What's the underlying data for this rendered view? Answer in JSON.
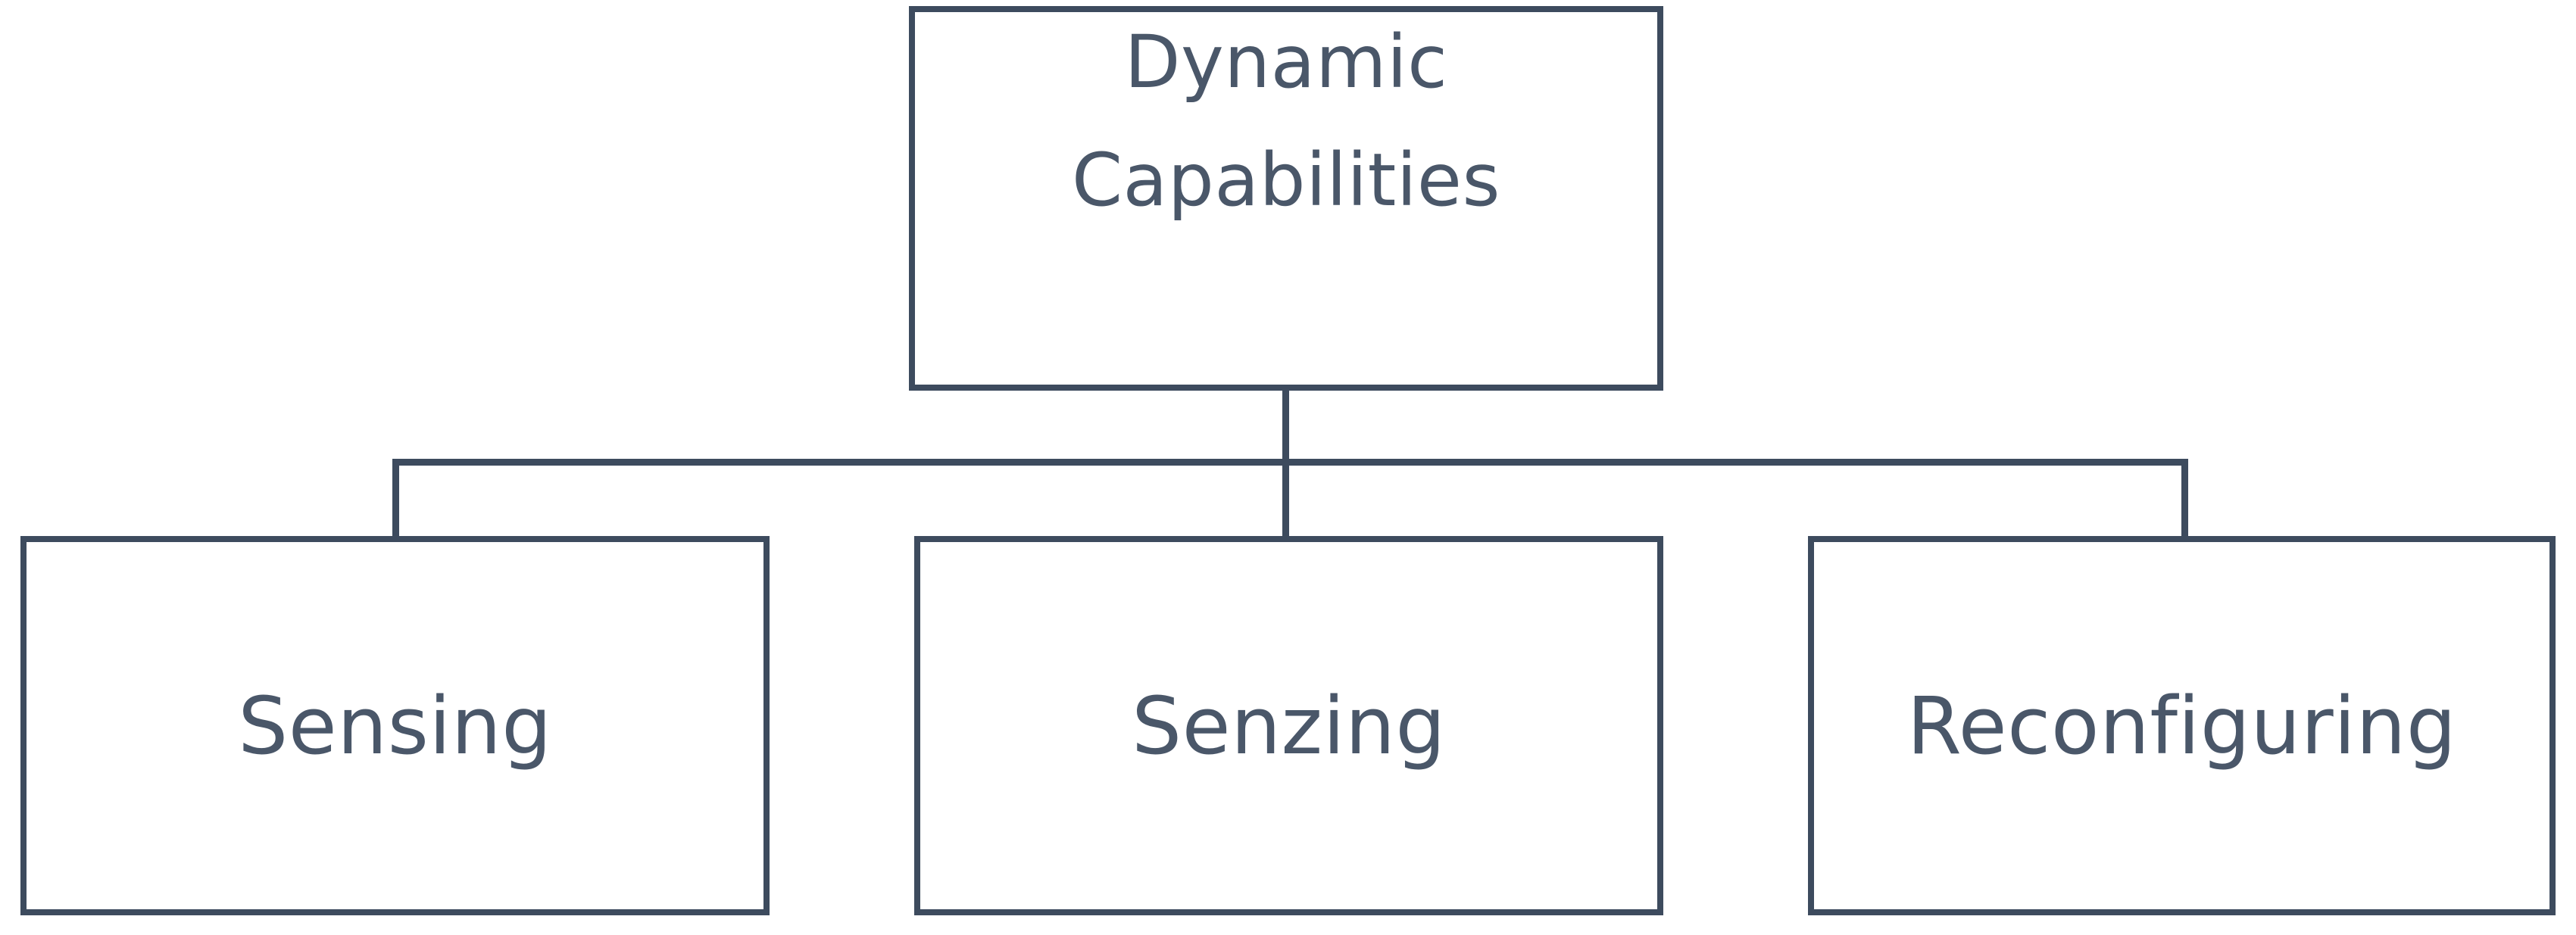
{
  "diagram": {
    "type": "hierarchy-tree",
    "title": "Dynamic Capabilities",
    "background_color": "#ffffff",
    "border_color": "#3d4b5e",
    "text_color": "#4a5769",
    "root": {
      "label_line_1": "Dynamic",
      "label_line_2": "Capabilities"
    },
    "children": [
      {
        "label": "Sensing"
      },
      {
        "label": "Senzing"
      },
      {
        "label": "Reconfiguring"
      }
    ]
  }
}
